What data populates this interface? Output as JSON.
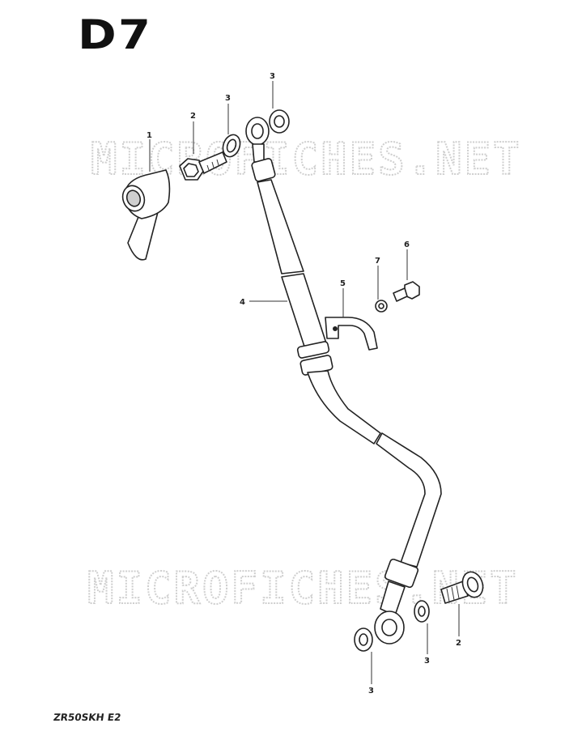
{
  "header": {
    "page_code": "D7"
  },
  "footer": {
    "model_code": "ZR50SKH E2"
  },
  "watermarks": [
    "MICROFICHES.NET",
    "MICROFICHES.NET"
  ],
  "callouts": {
    "c1": "1",
    "c2_top": "2",
    "c3_top_a": "3",
    "c3_top_b": "3",
    "c4": "4",
    "c5": "5",
    "c6": "6",
    "c7": "7",
    "c3_bot_a": "3",
    "c3_bot_b": "3",
    "c2_bot": "2"
  }
}
